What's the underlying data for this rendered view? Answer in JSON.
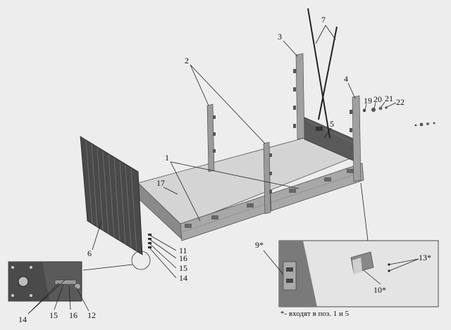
{
  "colors": {
    "background": "#ededed",
    "floor": "#d6d6d6",
    "panel_dark": "#4a4a4a",
    "metal": "#9a9a9a",
    "metal_light": "#c4c4c4",
    "line": "#222222"
  },
  "callouts": [
    {
      "id": "1",
      "text": "1"
    },
    {
      "id": "2",
      "text": "2"
    },
    {
      "id": "3",
      "text": "3"
    },
    {
      "id": "4",
      "text": "4"
    },
    {
      "id": "5",
      "text": "5"
    },
    {
      "id": "6",
      "text": "6"
    },
    {
      "id": "7",
      "text": "7"
    },
    {
      "id": "9",
      "text": "9*"
    },
    {
      "id": "10",
      "text": "10*"
    },
    {
      "id": "11",
      "text": "11"
    },
    {
      "id": "12",
      "text": "12"
    },
    {
      "id": "13",
      "text": "13*"
    },
    {
      "id": "14a",
      "text": "14"
    },
    {
      "id": "14b",
      "text": "14"
    },
    {
      "id": "15a",
      "text": "15"
    },
    {
      "id": "15b",
      "text": "15"
    },
    {
      "id": "16a",
      "text": "16"
    },
    {
      "id": "16b",
      "text": "16"
    },
    {
      "id": "17",
      "text": "17"
    },
    {
      "id": "19",
      "text": "19"
    },
    {
      "id": "20",
      "text": "20"
    },
    {
      "id": "21",
      "text": "21"
    },
    {
      "id": "22",
      "text": "22"
    }
  ],
  "footnote": "*- входят в поз. 1 и 5"
}
